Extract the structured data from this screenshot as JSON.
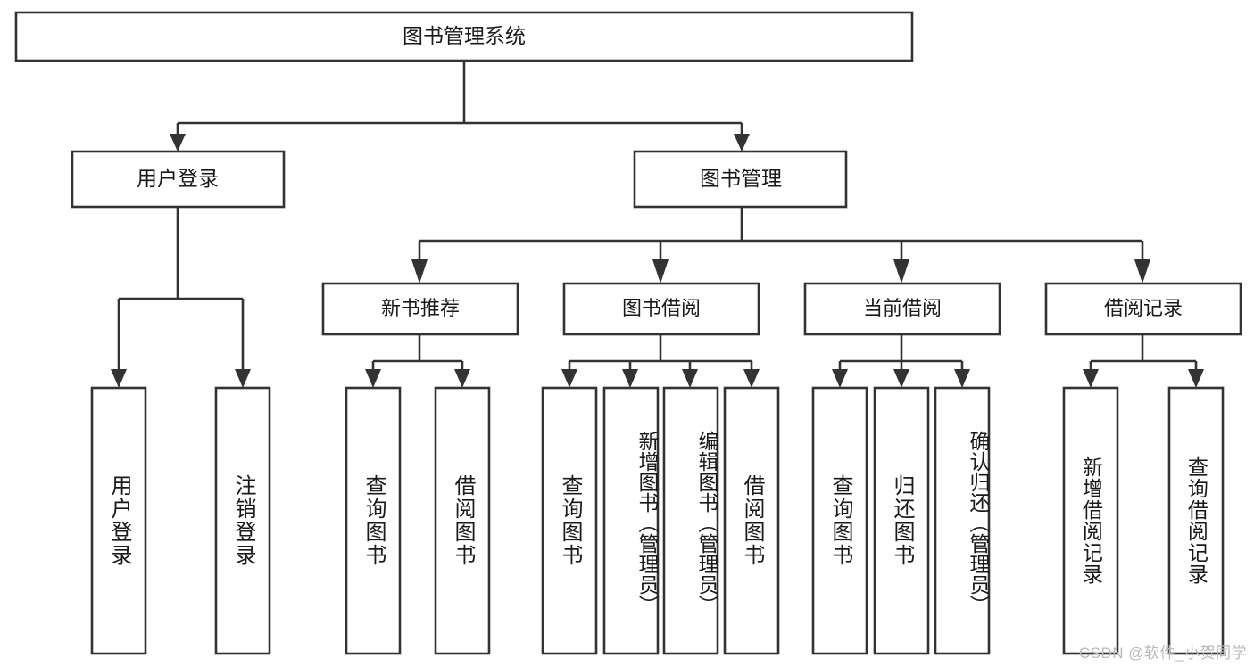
{
  "diagram": {
    "type": "tree-hierarchy",
    "orientation": "top-down",
    "root": {
      "label": "图书管理系统"
    },
    "level2": [
      {
        "label": "用户登录"
      },
      {
        "label": "图书管理"
      }
    ],
    "level3": [
      {
        "label": "新书推荐"
      },
      {
        "label": "图书借阅"
      },
      {
        "label": "当前借阅"
      },
      {
        "label": "借阅记录"
      }
    ],
    "leaves": {
      "user_login": [
        {
          "label": "用户登录"
        },
        {
          "label": "注销登录"
        }
      ],
      "new_book_rec": [
        {
          "label": "查询图书"
        },
        {
          "label": "借阅图书"
        }
      ],
      "book_borrow": [
        {
          "label": "查询图书"
        },
        {
          "label": "新增图书（管理员）"
        },
        {
          "label": "编辑图书（管理员）"
        },
        {
          "label": "借阅图书"
        }
      ],
      "current_borrow": [
        {
          "label": "查询图书"
        },
        {
          "label": "归还图书"
        },
        {
          "label": "确认归还（管理员）"
        }
      ],
      "borrow_record": [
        {
          "label": "新增借阅记录"
        },
        {
          "label": "查询借阅记录"
        }
      ]
    }
  },
  "watermark": {
    "text": "CSDN @软件_小贺同学"
  },
  "colors": {
    "stroke": "#333333",
    "fill": "#ffffff",
    "text": "#1a1a1a",
    "watermark": "#b9b9b9"
  }
}
